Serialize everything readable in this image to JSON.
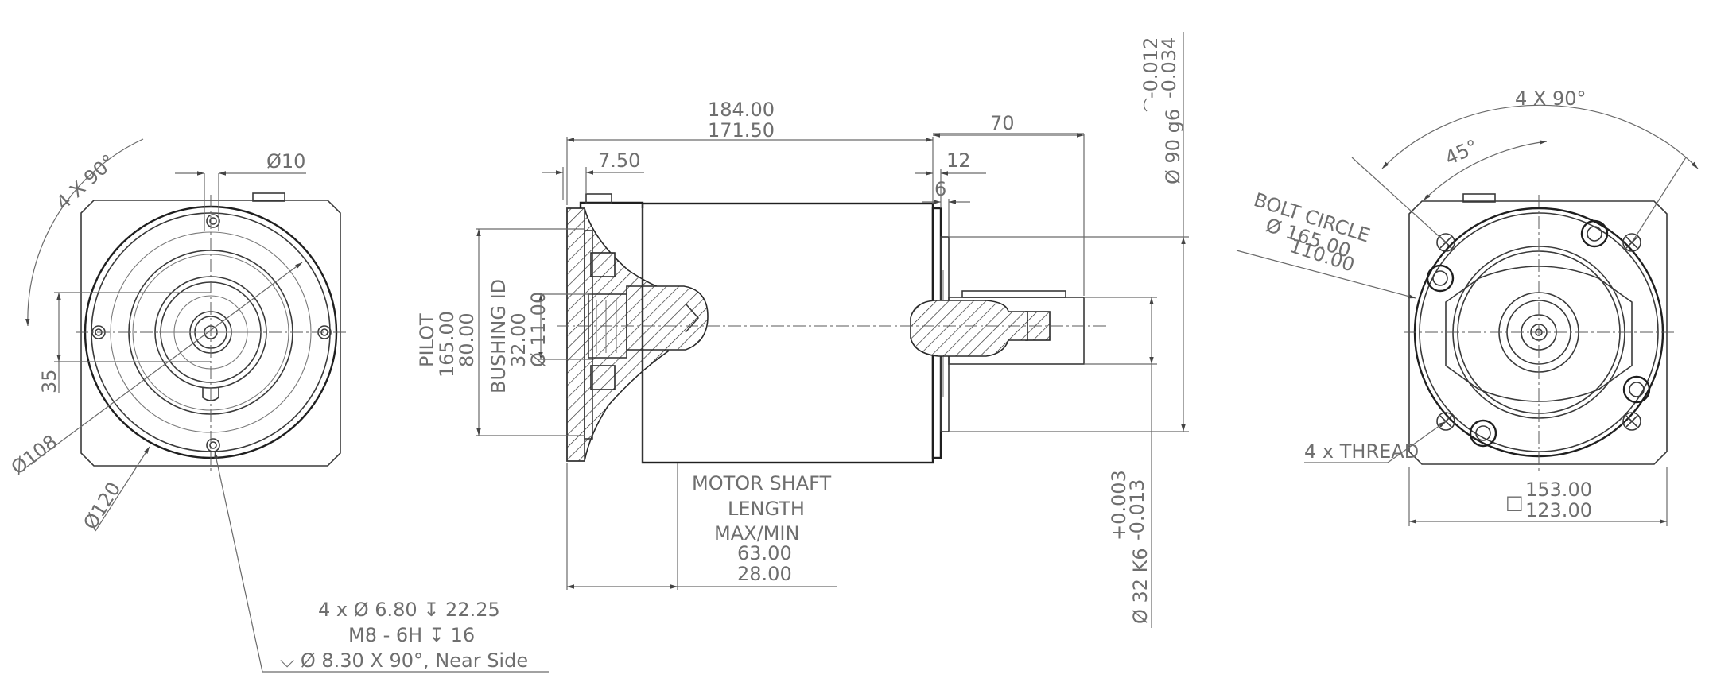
{
  "left_view": {
    "angle_label": "4 X 90°",
    "dia_10": "Ø10",
    "dim_35": "35",
    "dia_108": "Ø108",
    "dia_120": "Ø120",
    "note_line1": "4 x Ø 6.80 ↧ 22.25",
    "note_line2": "M8 - 6H ↧ 16",
    "note_line3": "⌵ Ø 8.30 X 90°, Near Side"
  },
  "side_view": {
    "overall_1": "184.00",
    "overall_2": "171.50",
    "dim_750": "7.50",
    "dim_70": "70",
    "dim_12": "12",
    "dim_6": "6",
    "pilot_label": "PILOT",
    "pilot_1": "165.00",
    "pilot_2": "80.00",
    "bushing_label": "BUSHING ID",
    "bushing_1": "32.00",
    "bushing_2": "Ø 11.00",
    "dia_90": "Ø 90 g6",
    "tol_90_up": "-0.012",
    "tol_90_lo": "-0.034",
    "dia_32": "Ø 32 K6",
    "tol_32_up": "+0.003",
    "tol_32_lo": "-0.013",
    "motor_1": "MOTOR SHAFT",
    "motor_2": "LENGTH",
    "motor_3": "MAX/MIN",
    "motor_4": "63.00",
    "motor_5": "28.00"
  },
  "right_view": {
    "angle_label": "4 X 90°",
    "angle_45": "45°",
    "bolt_label": "BOLT CIRCLE",
    "bolt_1": "Ø 165.00",
    "bolt_2": "110.00",
    "thread_label": "4 x THREAD",
    "square_symbol": "□",
    "sq_1": "153.00",
    "sq_2": "123.00"
  }
}
